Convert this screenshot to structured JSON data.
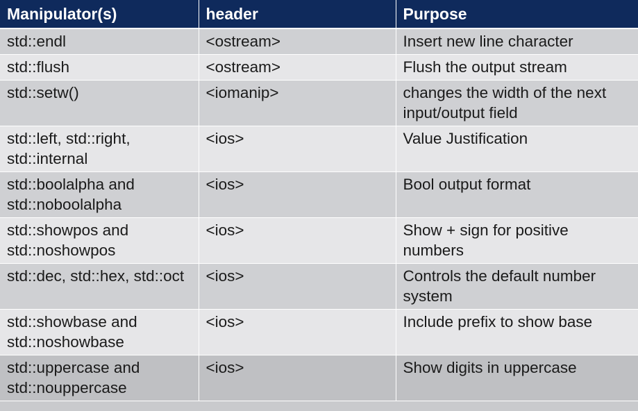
{
  "table": {
    "headers": [
      "Manipulator(s)",
      "header",
      "Purpose"
    ],
    "rows": [
      [
        "std::endl",
        "<ostream>",
        "Insert new line character"
      ],
      [
        "std::flush",
        "<ostream>",
        "Flush the output stream"
      ],
      [
        "std::setw()",
        "<iomanip>",
        "changes the width of the next input/output field"
      ],
      [
        "std::left, std::right, std::internal",
        "<ios>",
        "Value Justification"
      ],
      [
        "std::boolalpha and std::noboolalpha",
        "<ios>",
        "Bool output format"
      ],
      [
        "std::showpos and std::noshowpos",
        "<ios>",
        "Show + sign for positive numbers"
      ],
      [
        "std::dec, std::hex, std::oct",
        "<ios>",
        "Controls the default number system"
      ],
      [
        "std::showbase and std::noshowbase",
        "<ios>",
        "Include prefix to show base"
      ],
      [
        "std::uppercase and std::nouppercase",
        "<ios>",
        "Show digits in uppercase"
      ]
    ]
  }
}
